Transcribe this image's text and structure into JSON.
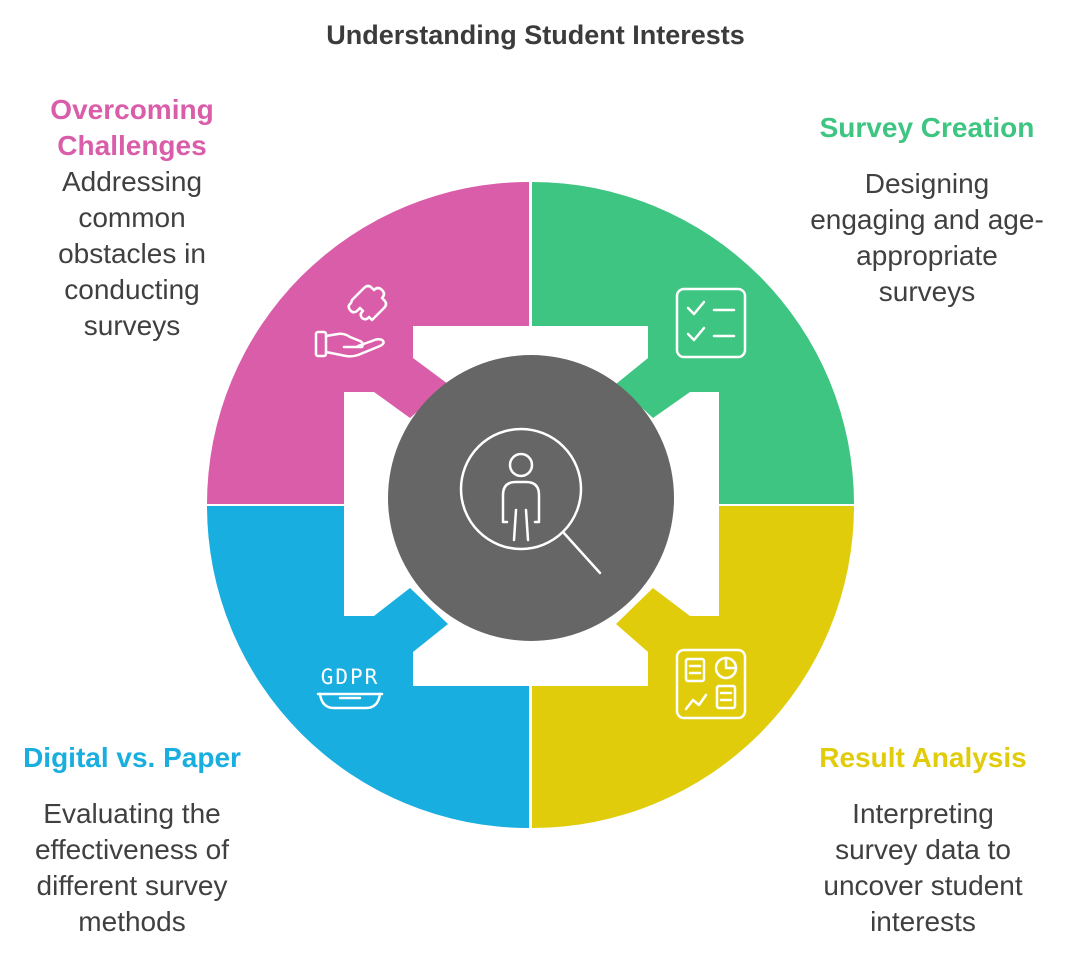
{
  "title": "Understanding Student Interests",
  "center": {
    "icon": "person-magnifier-icon",
    "color": "#666666"
  },
  "segments": [
    {
      "id": "survey-creation",
      "heading": "Survey Creation",
      "lines": [
        "Designing",
        "engaging and age-",
        "appropriate",
        "surveys"
      ],
      "color": "#3ec581",
      "icon": "checklist-icon"
    },
    {
      "id": "result-analysis",
      "heading": "Result Analysis",
      "lines": [
        "Interpreting",
        "survey data to",
        "uncover student",
        "interests"
      ],
      "color": "#e1cc0b",
      "icon": "dashboard-report-icon"
    },
    {
      "id": "digital-vs-paper",
      "heading": "Digital vs. Paper",
      "lines": [
        "Evaluating the",
        "effectiveness of",
        "different survey",
        "methods"
      ],
      "color": "#19aee0",
      "icon": "gdpr-icon",
      "icon_text": "GDPR"
    },
    {
      "id": "overcoming-challenges",
      "heading_lines": [
        "Overcoming",
        "Challenges"
      ],
      "lines": [
        "Addressing",
        "common",
        "obstacles in",
        "conducting",
        "surveys"
      ],
      "color": "#da5da9",
      "icon": "hand-puzzle-icon"
    }
  ]
}
